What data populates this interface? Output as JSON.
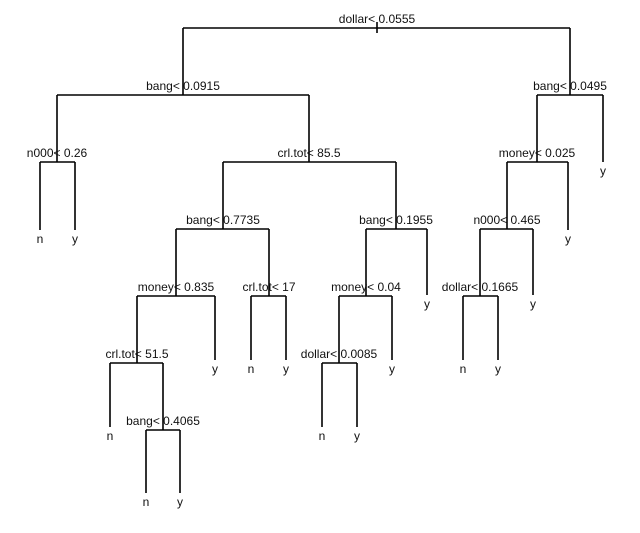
{
  "tree": {
    "id": "n1",
    "split": "dollar< 0.0555",
    "left": {
      "id": "n2",
      "split": "bang< 0.0915",
      "left": {
        "id": "n4",
        "split": "n000< 0.26",
        "left": {
          "id": "l1",
          "class": "n"
        },
        "right": {
          "id": "l2",
          "class": "y"
        }
      },
      "right": {
        "id": "n5",
        "split": "crl.tot< 85.5",
        "left": {
          "id": "n7",
          "split": "bang< 0.7735",
          "left": {
            "id": "n10",
            "split": "money< 0.835",
            "left": {
              "id": "n14",
              "split": "crl.tot< 51.5",
              "left": {
                "id": "l3",
                "class": "n"
              },
              "right": {
                "id": "n16",
                "split": "bang< 0.4065",
                "left": {
                  "id": "l4",
                  "class": "n"
                },
                "right": {
                  "id": "l5",
                  "class": "y"
                }
              }
            },
            "right": {
              "id": "l6",
              "class": "y"
            }
          },
          "right": {
            "id": "n11",
            "split": "crl.tot< 17",
            "left": {
              "id": "l7",
              "class": "n"
            },
            "right": {
              "id": "l8",
              "class": "y"
            }
          }
        },
        "right": {
          "id": "n8",
          "split": "bang< 0.1955",
          "left": {
            "id": "n12",
            "split": "money< 0.04",
            "left": {
              "id": "n15",
              "split": "dollar< 0.0085",
              "left": {
                "id": "l9",
                "class": "n"
              },
              "right": {
                "id": "l10",
                "class": "y"
              }
            },
            "right": {
              "id": "l11",
              "class": "y"
            }
          },
          "right": {
            "id": "l12",
            "class": "y"
          }
        }
      }
    },
    "right": {
      "id": "n3",
      "split": "bang< 0.0495",
      "left": {
        "id": "n6",
        "split": "money< 0.025",
        "left": {
          "id": "n9",
          "split": "n000< 0.465",
          "left": {
            "id": "n13",
            "split": "dollar< 0.1665",
            "left": {
              "id": "l13",
              "class": "n"
            },
            "right": {
              "id": "l14",
              "class": "y"
            }
          },
          "right": {
            "id": "l15",
            "class": "y"
          }
        },
        "right": {
          "id": "l16",
          "class": "y"
        }
      },
      "right": {
        "id": "l17",
        "class": "y"
      }
    }
  }
}
